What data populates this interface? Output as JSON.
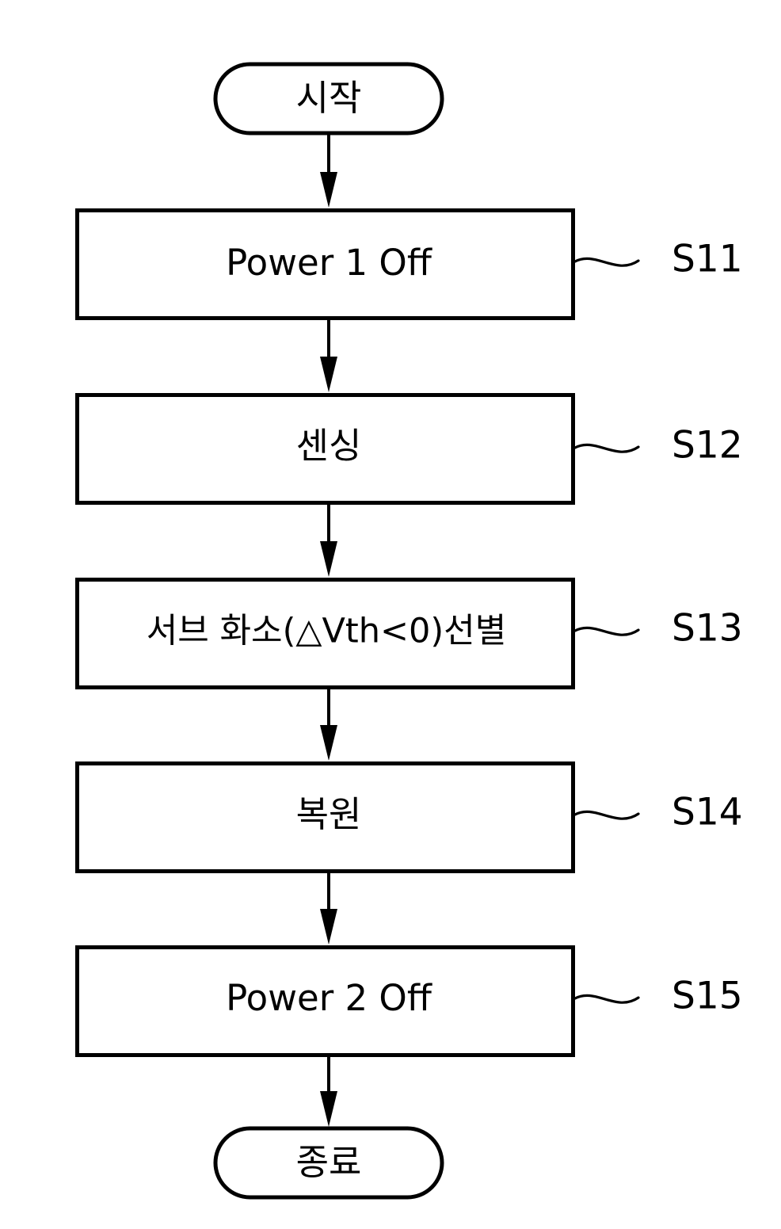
{
  "diagram": {
    "type": "flowchart",
    "orientation": "vertical",
    "language": "ko",
    "background_color": "#ffffff",
    "line_color": "#000000",
    "nodes": [
      {
        "id": "start",
        "shape": "stadium",
        "label": "시작"
      },
      {
        "id": "s11",
        "shape": "rectangle",
        "label": "Power 1 Off"
      },
      {
        "id": "s12",
        "shape": "rectangle",
        "label": "센싱"
      },
      {
        "id": "s13",
        "shape": "rectangle",
        "label": "서브 화소(△Vth<0)선별"
      },
      {
        "id": "s14",
        "shape": "rectangle",
        "label": "복원"
      },
      {
        "id": "s15",
        "shape": "rectangle",
        "label": "Power 2 Off"
      },
      {
        "id": "end",
        "shape": "stadium",
        "label": "종료"
      }
    ],
    "step_labels": [
      {
        "id": "label-s11",
        "text": "S11",
        "for": "s11"
      },
      {
        "id": "label-s12",
        "text": "S12",
        "for": "s12"
      },
      {
        "id": "label-s13",
        "text": "S13",
        "for": "s13"
      },
      {
        "id": "label-s14",
        "text": "S14",
        "for": "s14"
      },
      {
        "id": "label-s15",
        "text": "S15",
        "for": "s15"
      }
    ],
    "edges": [
      {
        "from": "start",
        "to": "s11"
      },
      {
        "from": "s11",
        "to": "s12"
      },
      {
        "from": "s12",
        "to": "s13"
      },
      {
        "from": "s13",
        "to": "s14"
      },
      {
        "from": "s14",
        "to": "s15"
      },
      {
        "from": "s15",
        "to": "end"
      }
    ]
  }
}
